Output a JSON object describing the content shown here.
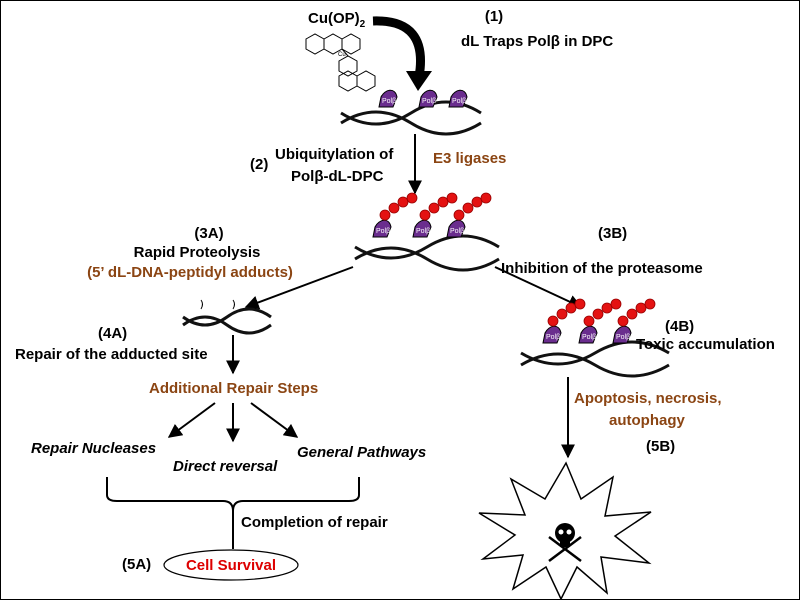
{
  "header": {
    "complex_label": "Cu(OP)",
    "complex_subscript": "2",
    "step1_num": "(1)",
    "step1_text": "dL Traps Polβ in DPC"
  },
  "ubiquitylation": {
    "num": "(2)",
    "line1": "Ubiquitylation of",
    "line2": "Polβ-dL-DPC",
    "enzyme": "E3 ligases"
  },
  "proteolysis": {
    "num": "(3A)",
    "title": "Rapid Proteolysis",
    "adducts": "(5’ dL-DNA-peptidyl adducts)"
  },
  "proteasome": {
    "num": "(3B)",
    "text": "Inhibition of the proteasome"
  },
  "repair_site": {
    "num": "(4A)",
    "text": "Repair of the adducted site"
  },
  "accumulation": {
    "num": "(4B)",
    "text": "Toxic accumulation"
  },
  "additional": "Additional Repair Steps",
  "pathways": {
    "nucleases": "Repair Nucleases",
    "reversal": "Direct reversal",
    "general": "General Pathways"
  },
  "completion": "Completion of repair",
  "survival": {
    "num": "(5A)",
    "text": "Cell Survival"
  },
  "death": {
    "line1": "Apoptosis, necrosis,",
    "line2": "autophagy",
    "num": "(5B)"
  },
  "polymerase_label": "Polβ",
  "colors": {
    "brown": "#8B4513",
    "red": "#dd0000",
    "pol_purple": "#6a2d8e",
    "ubiquitin_red": "#e41212"
  }
}
